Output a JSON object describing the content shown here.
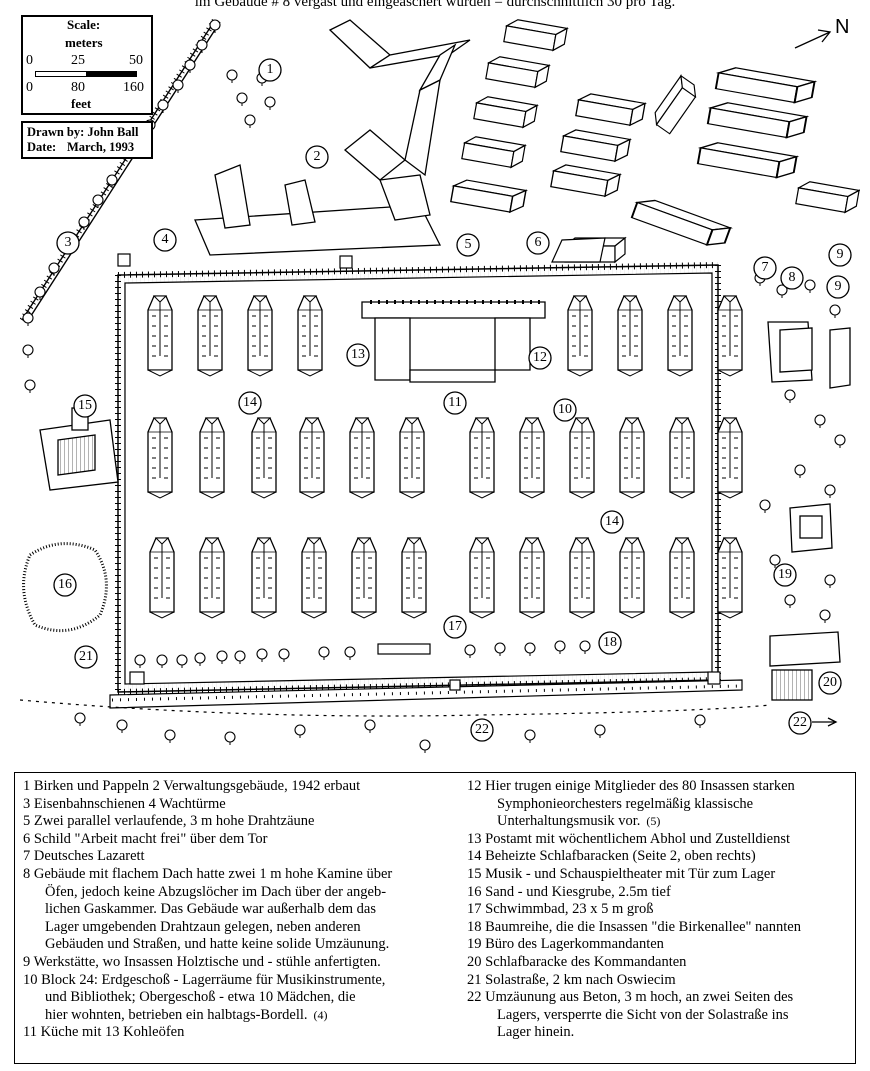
{
  "title": "im Gebäude # 8 vergast und eingeäschert wurden = durchschnittlich 30 pro Tag.",
  "scale": {
    "heading": "Scale:",
    "meters_unit": "meters",
    "meters_ticks": [
      "0",
      "25",
      "50"
    ],
    "feet_ticks": [
      "0",
      "80",
      "160"
    ],
    "feet_unit": "feet"
  },
  "credit": {
    "drawn_by": "Drawn by: John Ball",
    "date_label": "Date:",
    "date": "March, 1993"
  },
  "north_label": "N",
  "markers": [
    "1",
    "2",
    "3",
    "4",
    "5",
    "6",
    "7",
    "8",
    "9",
    "9",
    "10",
    "11",
    "12",
    "13",
    "14",
    "14",
    "15",
    "16",
    "17",
    "18",
    "19",
    "20",
    "21",
    "22",
    "22"
  ],
  "legend": {
    "left": [
      {
        "lines": [
          "1  Birken und Pappeln    2  Verwaltungsgebäude, 1942 erbaut"
        ]
      },
      {
        "lines": [
          "3  Eisenbahnschienen       4  Wachtürme"
        ]
      },
      {
        "lines": [
          "5  Zwei parallel verlaufende, 3 m hohe Drahtzäune"
        ]
      },
      {
        "lines": [
          "6  Schild \"Arbeit macht frei\" über dem Tor"
        ]
      },
      {
        "lines": [
          "7  Deutsches Lazarett"
        ]
      },
      {
        "lines": [
          "8  Gebäude mit flachem Dach hatte zwei 1 m hohe Kamine über",
          "Öfen, jedoch keine Abzugslöcher im Dach über der angeb-",
          "lichen Gaskammer. Das Gebäude war außerhalb dem das",
          "Lager umgebenden Drahtzaun gelegen, neben anderen",
          "Gebäuden und Straßen, und hatte keine solide Umzäunung."
        ]
      },
      {
        "lines": [
          "9  Werkstätte, wo Insassen Holztische und - stühle anfertigten."
        ]
      },
      {
        "lines": [
          "10  Block 24: Erdgeschoß - Lagerräume für Musikinstrumente,",
          "und Bibliothek; Obergeschoß - etwa 10 Mädchen, die",
          "hier wohnten, betrieben ein halbtags-Bordell."
        ],
        "ref": "(4)"
      },
      {
        "lines": [
          "11  Küche mit 13 Kohleöfen"
        ]
      }
    ],
    "right": [
      {
        "lines": [
          "12  Hier trugen einige Mitglieder des 80 Insassen starken",
          "Symphonieorchesters regelmäßig klassische",
          "Unterhaltungsmusik vor."
        ],
        "ref": "(5)"
      },
      {
        "lines": [
          "13  Postamt mit wöchentlichem Abhol und Zustelldienst"
        ]
      },
      {
        "lines": [
          "14  Beheizte Schlafbaracken (Seite 2, oben rechts)"
        ]
      },
      {
        "lines": [
          "15  Musik - und Schauspieltheater mit Tür zum Lager"
        ]
      },
      {
        "lines": [
          "16  Sand - und Kiesgrube, 2.5m tief"
        ]
      },
      {
        "lines": [
          "17  Schwimmbad, 23 x 5 m groß"
        ]
      },
      {
        "lines": [
          "18  Baumreihe, die die Insassen \"die Birkenallee\" nannten"
        ]
      },
      {
        "lines": [
          "19  Büro des Lagerkommandanten"
        ]
      },
      {
        "lines": [
          "20  Schlafbaracke des Kommandanten"
        ]
      },
      {
        "lines": [
          "21  Solastraße, 2 km nach Oswiecim"
        ]
      },
      {
        "lines": [
          "22  Umzäunung aus Beton, 3 m hoch, an zwei Seiten des",
          "Lagers, versperrte die Sicht von der Solastraße ins",
          "Lager hinein."
        ]
      }
    ]
  }
}
